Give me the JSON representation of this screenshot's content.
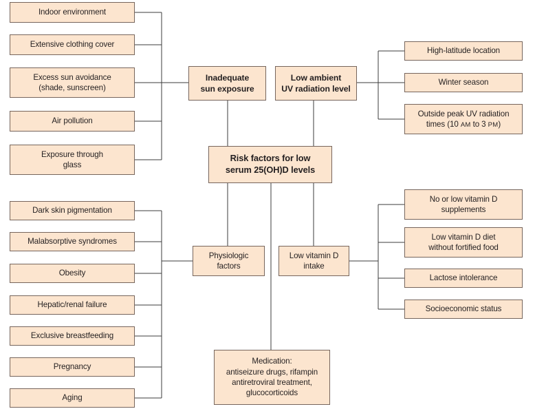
{
  "diagram": {
    "title": "Risk factors for low serum 25(OH)D levels",
    "colors": {
      "node_fill": "#fce5cf",
      "node_border": "#76655c",
      "connector": "#3b3b3b",
      "text": "#231f20",
      "background": "#ffffff"
    }
  },
  "center": {
    "label": "Risk factors for low\nserum 25(OH)D levels"
  },
  "branches": {
    "inadequate_sun_exposure": {
      "label": "Inadequate\nsun exposure"
    },
    "low_ambient_uv": {
      "label": "Low ambient\nUV radiation level"
    },
    "physiologic_factors": {
      "label": "Physiologic\nfactors"
    },
    "low_vitamin_d_intake": {
      "label": "Low vitamin D\nintake"
    },
    "medication": {
      "label": "Medication:\nantiseizure drugs, rifampin\nantiretroviral treatment,\nglucocorticoids"
    }
  },
  "sun_exposure_causes": [
    {
      "label": "Indoor environment"
    },
    {
      "label": "Extensive clothing cover"
    },
    {
      "label": "Excess sun avoidance\n(shade, sunscreen)"
    },
    {
      "label": "Air pollution"
    },
    {
      "label": "Exposure through\nglass"
    }
  ],
  "uv_radiation_causes": [
    {
      "label": "High-latitude location"
    },
    {
      "label": "Winter season"
    },
    {
      "label": "Outside peak UV radiation"
    }
  ],
  "uv_radiation_third_line": {
    "prefix": "times (10 ",
    "am": "AM",
    "middle": " to 3 ",
    "pm": "PM",
    "suffix": ")"
  },
  "physiologic_causes": [
    {
      "label": "Dark skin pigmentation"
    },
    {
      "label": "Malabsorptive syndromes"
    },
    {
      "label": "Obesity"
    },
    {
      "label": "Hepatic/renal failure"
    },
    {
      "label": "Exclusive breastfeeding"
    },
    {
      "label": "Pregnancy"
    },
    {
      "label": "Aging"
    }
  ],
  "intake_causes": [
    {
      "label": "No or low vitamin D\nsupplements"
    },
    {
      "label": "Low vitamin D diet\nwithout fortified food"
    },
    {
      "label": "Lactose intolerance"
    },
    {
      "label": "Socioeconomic status"
    }
  ]
}
